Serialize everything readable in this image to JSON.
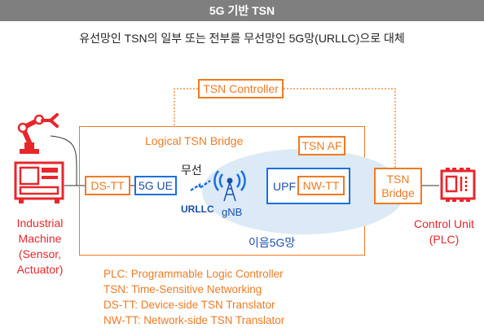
{
  "header": {
    "title": "5G 기반 TSN"
  },
  "subtitle": "유선망인 TSN의 일부 또는 전부를 무선망인 5G망(URLLC)으로 대체",
  "nodes": {
    "tsn_controller": "TSN Controller",
    "logical_bridge": "Logical TSN Bridge",
    "tsn_af": "TSN AF",
    "ds_tt": "DS-TT",
    "ue": "5G UE",
    "wireless": "무선",
    "urllc": "URLLC",
    "gnb": "gNB",
    "upf": "UPF",
    "nw_tt": "NW-TT",
    "mobile_net": "이음5G망",
    "tsn_bridge_line1": "TSN",
    "tsn_bridge_line2": "Bridge"
  },
  "devices": {
    "left_line1": "Industrial",
    "left_line2": "Machine",
    "left_line3": "(Sensor,",
    "left_line4": "Actuator)",
    "right_line1": "Control Unit",
    "right_line2": "(PLC)"
  },
  "legend": [
    "PLC: Programmable Logic Controller",
    "TSN: Time-Sensitive Networking",
    "DS-TT: Device-side TSN Translator",
    "NW-TT: Network-side TSN Translator"
  ],
  "colors": {
    "orange": "#f07a22",
    "blue": "#1a6fe0",
    "red": "#e8262b",
    "header": "#7f7f7f"
  }
}
